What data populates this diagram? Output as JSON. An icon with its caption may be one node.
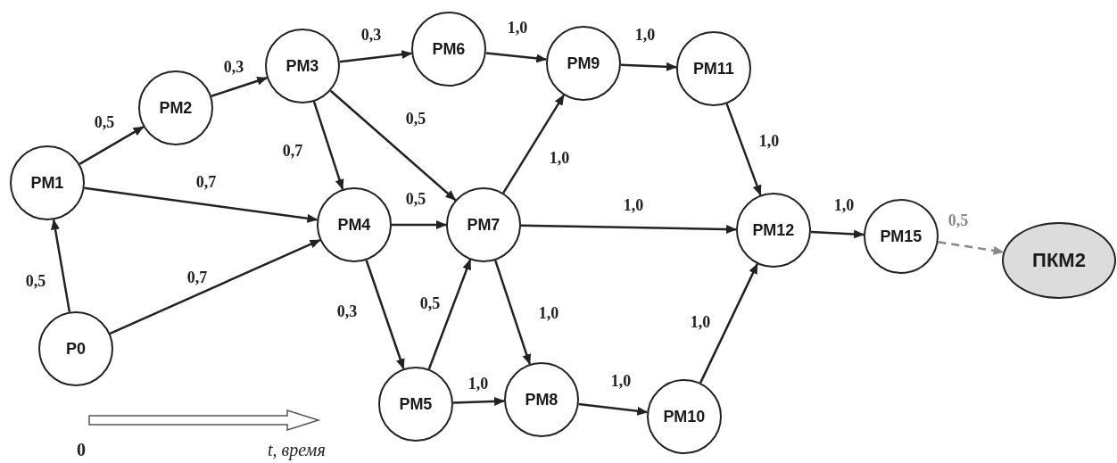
{
  "diagram": {
    "nodes": [
      {
        "text": [
          "Р0"
        ]
      },
      {
        "text": [
          "РМ1"
        ]
      },
      {
        "text": [
          "РМ2"
        ]
      },
      {
        "text": [
          "РМ3"
        ]
      },
      {
        "text": [
          "РМ4"
        ]
      },
      {
        "text": [
          "РМ5"
        ]
      },
      {
        "text": [
          "РМ6"
        ]
      },
      {
        "text": [
          "РМ7"
        ]
      },
      {
        "text": [
          "РМ8"
        ]
      },
      {
        "text": [
          "РМ9"
        ]
      },
      {
        "text": [
          "РМ10"
        ]
      },
      {
        "text": [
          "РМ11"
        ]
      },
      {
        "text": [
          "РМ12"
        ]
      },
      {
        "text": [
          "РМ15"
        ]
      },
      {
        "text": [
          "ПКМ2"
        ]
      }
    ],
    "edges": [
      {
        "from": 0,
        "to": 1,
        "arrow": "to",
        "label": "0,5"
      },
      {
        "from": 0,
        "to": 4,
        "arrow": "to",
        "label": "0,7"
      },
      {
        "from": 1,
        "to": 2,
        "arrow": "to",
        "label": "0,5"
      },
      {
        "from": 1,
        "to": 4,
        "arrow": "to",
        "label": "0,7"
      },
      {
        "from": 2,
        "to": 3,
        "arrow": "to",
        "label": "0,3"
      },
      {
        "from": 3,
        "to": 6,
        "arrow": "to",
        "label": "0,3"
      },
      {
        "from": 3,
        "to": 4,
        "arrow": "to",
        "label": "0,7"
      },
      {
        "from": 3,
        "to": 7,
        "arrow": "to",
        "label": "0,5"
      },
      {
        "from": 4,
        "to": 7,
        "arrow": "to",
        "label": "0,5"
      },
      {
        "from": 4,
        "to": 5,
        "arrow": "to",
        "label": "0,3"
      },
      {
        "from": 5,
        "to": 7,
        "arrow": "to",
        "label": "0,5"
      },
      {
        "from": 5,
        "to": 8,
        "arrow": "to",
        "label": "1,0"
      },
      {
        "from": 6,
        "to": 9,
        "arrow": "to",
        "label": "1,0"
      },
      {
        "from": 7,
        "to": 9,
        "arrow": "to",
        "label": "1,0"
      },
      {
        "from": 7,
        "to": 12,
        "arrow": "to",
        "label": "1,0"
      },
      {
        "from": 7,
        "to": 8,
        "arrow": "to",
        "label": "1,0"
      },
      {
        "from": 9,
        "to": 11,
        "arrow": "to",
        "label": "1,0"
      },
      {
        "from": 11,
        "to": 12,
        "arrow": "to",
        "label": "1,0"
      },
      {
        "from": 8,
        "to": 10,
        "arrow": "to",
        "label": "1,0"
      },
      {
        "from": 10,
        "to": 12,
        "arrow": "to",
        "label": "1,0"
      },
      {
        "from": 12,
        "to": 13,
        "arrow": "to",
        "label": "1,0"
      },
      {
        "from": 13,
        "to": 14,
        "arrow": "to",
        "label": "0,5",
        "style": "dashed",
        "color": "#888888"
      }
    ],
    "labels": [
      "0",
      "t, время"
    ]
  }
}
